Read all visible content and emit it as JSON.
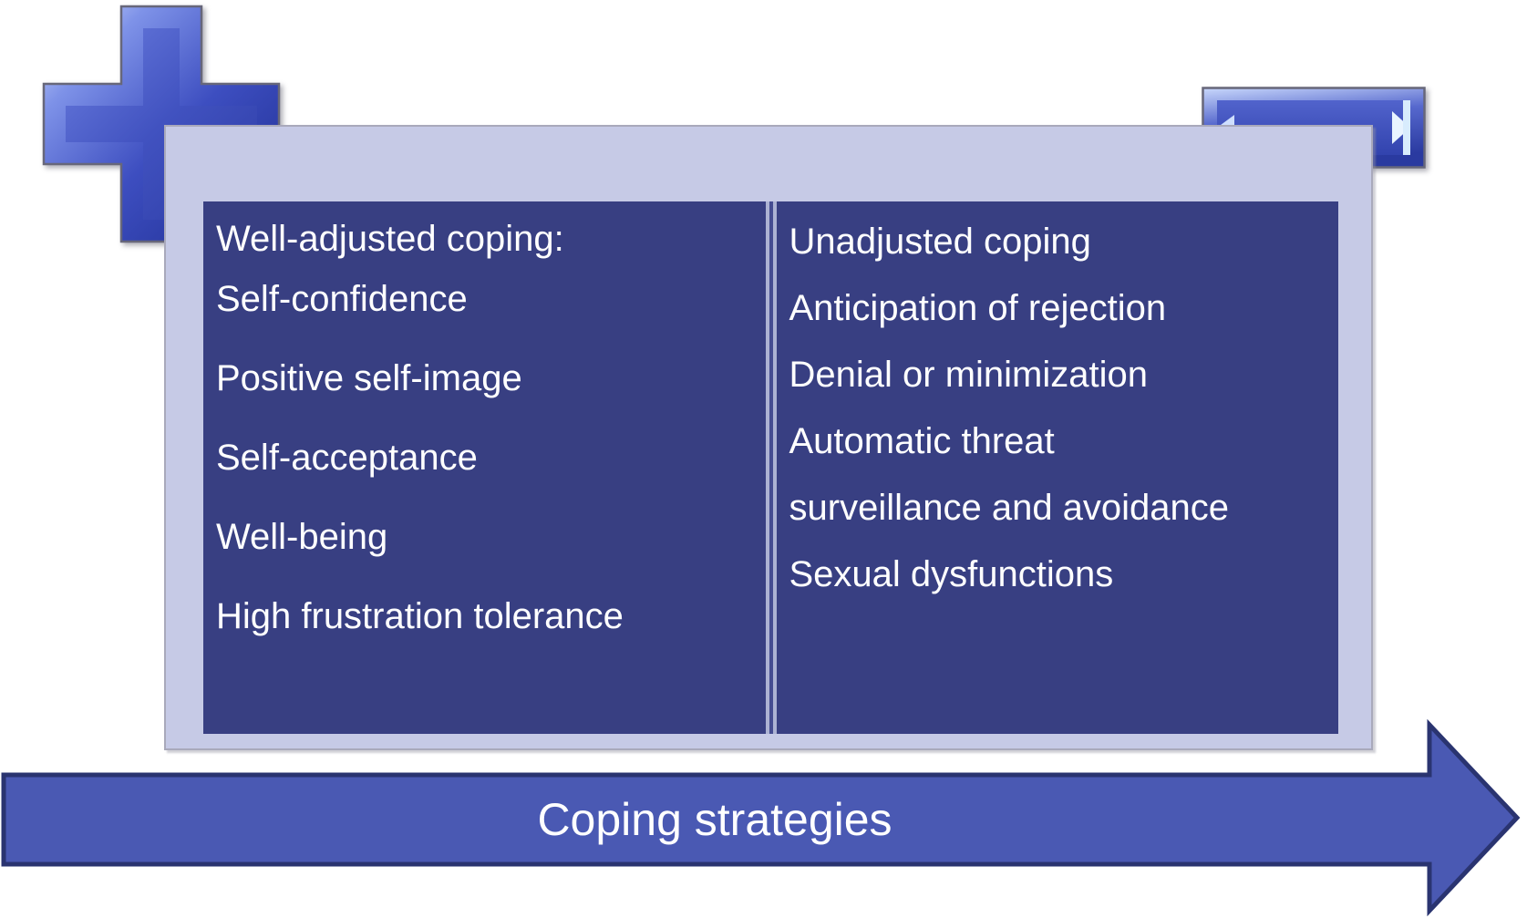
{
  "icons": {
    "plus": "plus-icon",
    "minus": "minus-icon"
  },
  "panels": {
    "left": {
      "lines": [
        "Well-adjusted coping:",
        "Self-confidence",
        "Positive self-image",
        "Self-acceptance",
        "Well-being",
        "High frustration tolerance"
      ]
    },
    "right": {
      "lines": [
        "Unadjusted coping",
        "Anticipation of rejection",
        "Denial or minimization",
        "Automatic threat",
        "surveillance and avoidance",
        "Sexual dysfunctions"
      ]
    }
  },
  "arrow": {
    "label": "Coping strategies"
  },
  "colors": {
    "panel_bg": "#383F82",
    "board_bg": "#C6CAE6",
    "divider_light": "#ACB2D3",
    "arrow_fill": "#4A59B3",
    "arrow_border": "#2A3470",
    "icon_blue_dark": "#22309A",
    "icon_blue_light": "#C9D8FB",
    "text": "#FFFFFF"
  }
}
